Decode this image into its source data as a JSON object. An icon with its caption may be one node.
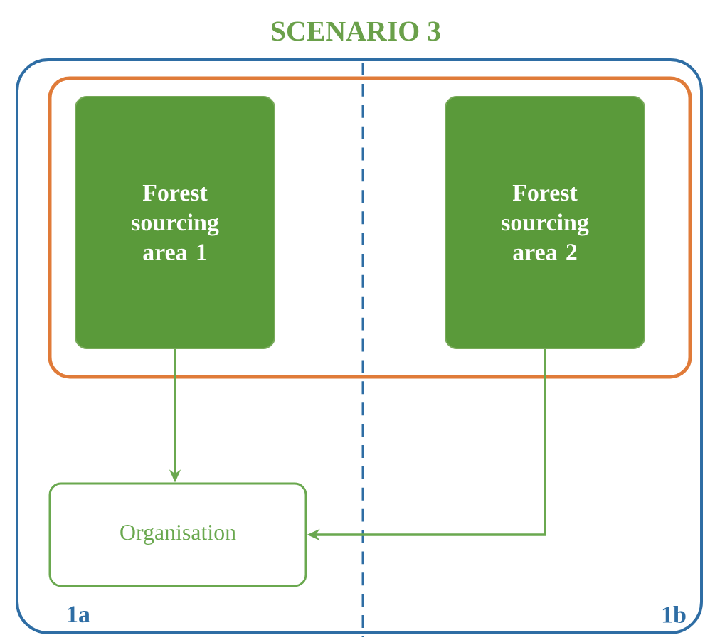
{
  "diagram": {
    "title": "SCENARIO 3",
    "nodes": [
      {
        "text": [],
        "shape": "box"
      },
      {
        "text": [],
        "shape": "box",
        "in": 0
      },
      {
        "text": [
          "Forest sourcing area 1"
        ],
        "in": 1
      },
      {
        "text": [
          "Forest sourcing area 2"
        ],
        "in": 1
      },
      {
        "text": [
          "Organisation"
        ],
        "in": 0
      }
    ],
    "edges": [
      {
        "from": 2,
        "to": 4,
        "arrow": "to"
      },
      {
        "from": 3,
        "to": 4,
        "arrow": "to"
      }
    ],
    "labels": [
      "1a",
      "1b"
    ]
  }
}
